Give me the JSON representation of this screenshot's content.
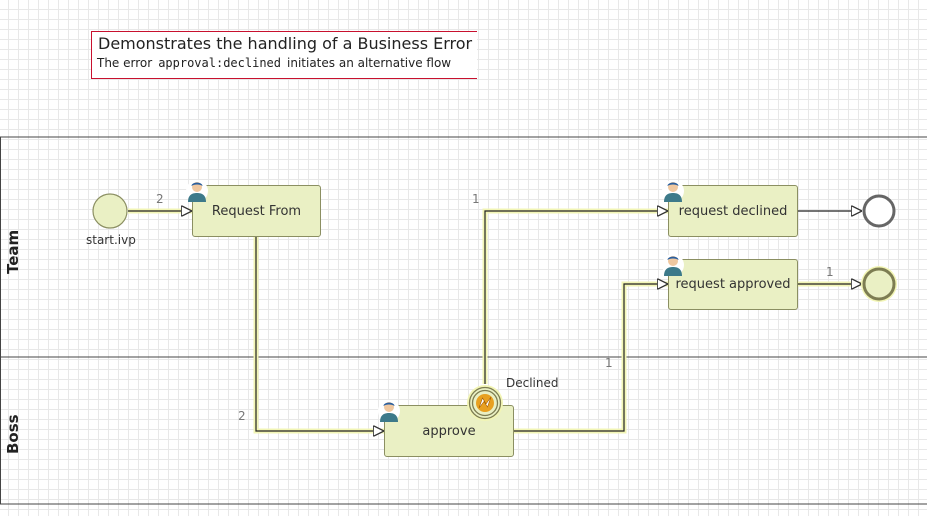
{
  "note": {
    "title": "Demonstrates the handling of a Business Error",
    "text_before": "The error",
    "code": "approval:declined",
    "text_after": "initiates an alternative flow"
  },
  "lanes": [
    {
      "name": "Team"
    },
    {
      "name": "Boss"
    }
  ],
  "events": {
    "start_label": "start.ivp",
    "boundary_label": "Declined"
  },
  "tasks": {
    "request_from": "Request From",
    "approve": "approve",
    "request_declined": "request declined",
    "request_approved": "request approved"
  },
  "counts": {
    "start_to_request": "2",
    "request_to_approve": "2",
    "declined_flow": "1",
    "approve_to_approved": "1",
    "approved_to_end": "1"
  },
  "icons": {
    "task": "user-icon",
    "boundary": "error-boundary-icon"
  },
  "colors": {
    "task_fill": "#eaf0c4",
    "note_border": "#c8102e",
    "boundary": "#e8a020"
  }
}
